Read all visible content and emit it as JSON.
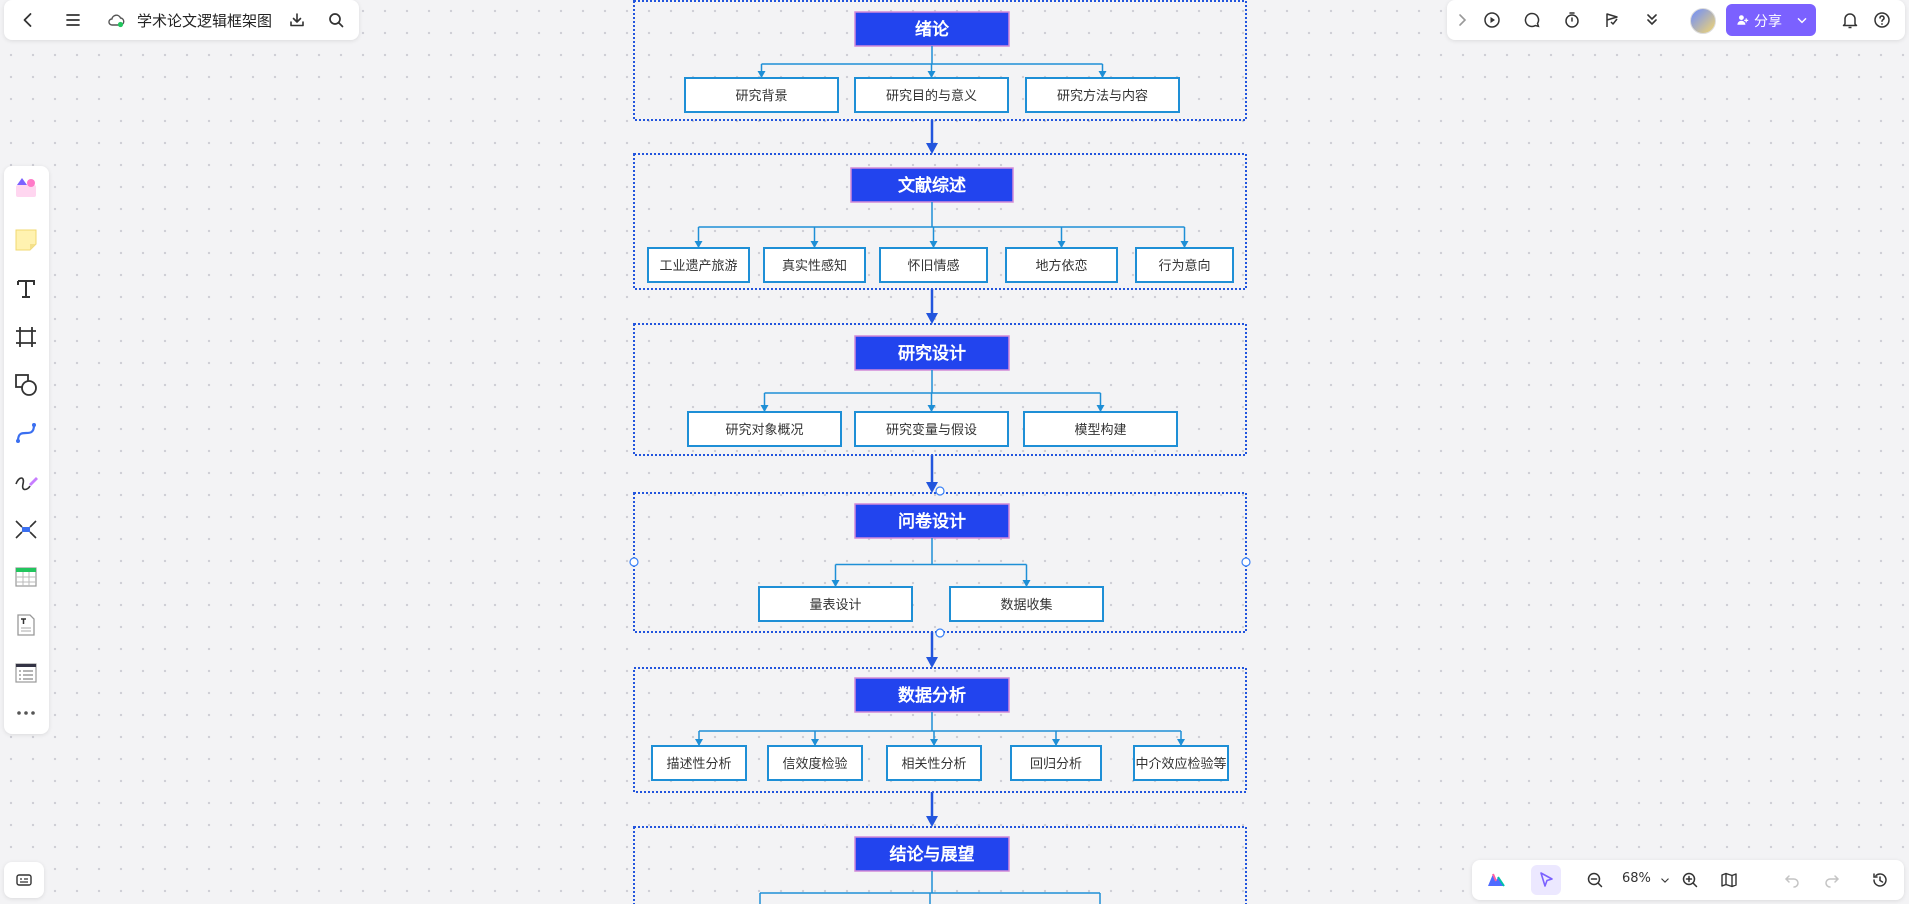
{
  "document": {
    "title": "学术论文逻辑框架图"
  },
  "toolbar_right": {
    "share_label": "分享"
  },
  "zoom": {
    "level": "68%"
  },
  "colors": {
    "accent": "#7b61ff",
    "node_fill": "#2244ee",
    "node_border": "#d28ad8",
    "line": "#1e8fd6",
    "arrow": "#2255dd",
    "group_border": "#2255dd"
  },
  "diagram": {
    "sections": [
      {
        "title": "绪论",
        "children": [
          "研究背景",
          "研究目的与意义",
          "研究方法与内容"
        ]
      },
      {
        "title": "文献综述",
        "children": [
          "工业遗产旅游",
          "真实性感知",
          "怀旧情感",
          "地方依恋",
          "行为意向"
        ]
      },
      {
        "title": "研究设计",
        "children": [
          "研究对象概况",
          "研究变量与假设",
          "模型构建"
        ]
      },
      {
        "title": "问卷设计",
        "children": [
          "量表设计",
          "数据收集"
        ]
      },
      {
        "title": "数据分析",
        "children": [
          "描述性分析",
          "信效度检验",
          "相关性分析",
          "回归分析",
          "中介效应检验等"
        ]
      },
      {
        "title": "结论与展望",
        "children": []
      }
    ]
  }
}
